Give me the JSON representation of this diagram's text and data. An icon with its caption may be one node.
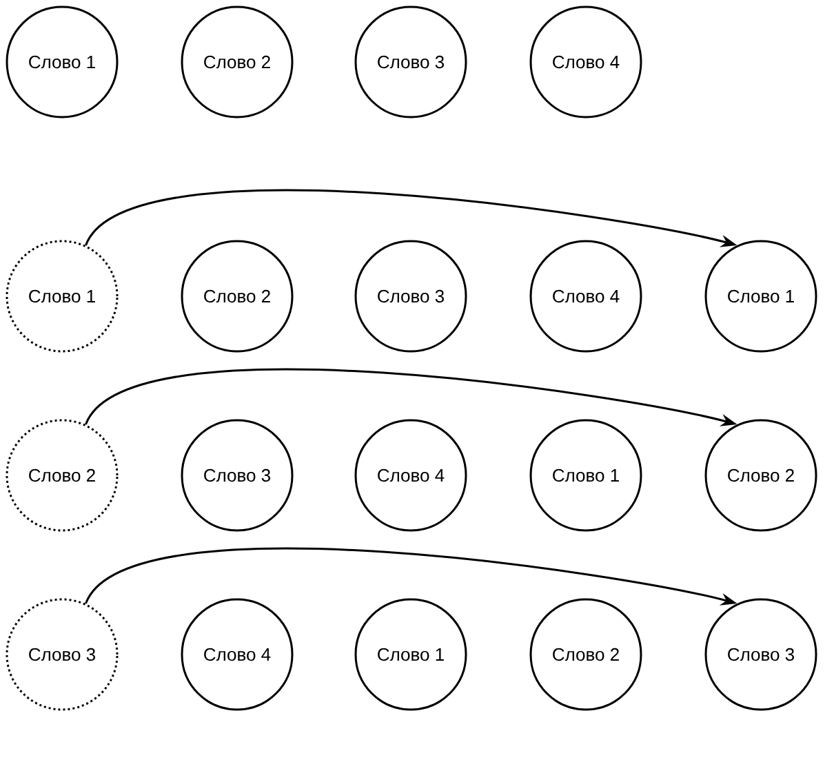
{
  "diagram": {
    "nodes": [
      {
        "text": [
          "Слово 1"
        ]
      },
      {
        "text": [
          "Слово 2"
        ]
      },
      {
        "text": [
          "Слово 3"
        ]
      },
      {
        "text": [
          "Слово 4"
        ]
      },
      {
        "text": [
          "Слово 1"
        ]
      },
      {
        "text": [
          "Слово 2"
        ]
      },
      {
        "text": [
          "Слово 3"
        ]
      },
      {
        "text": [
          "Слово 4"
        ]
      },
      {
        "text": [
          "Слово 1"
        ]
      },
      {
        "text": [
          "Слово 2"
        ]
      },
      {
        "text": [
          "Слово 3"
        ]
      },
      {
        "text": [
          "Слово 4"
        ]
      },
      {
        "text": [
          "Слово 1"
        ]
      },
      {
        "text": [
          "Слово 2"
        ]
      },
      {
        "text": [
          "Слово 3"
        ]
      },
      {
        "text": [
          "Слово 4"
        ]
      },
      {
        "text": [
          "Слово 1"
        ]
      },
      {
        "text": [
          "Слово 2"
        ]
      },
      {
        "text": [
          "Слово 3"
        ]
      }
    ],
    "edges": [
      {
        "from": 4,
        "to": 8,
        "arrow": "to"
      },
      {
        "from": 9,
        "to": 13,
        "arrow": "to"
      },
      {
        "from": 14,
        "to": 18,
        "arrow": "to"
      }
    ]
  }
}
